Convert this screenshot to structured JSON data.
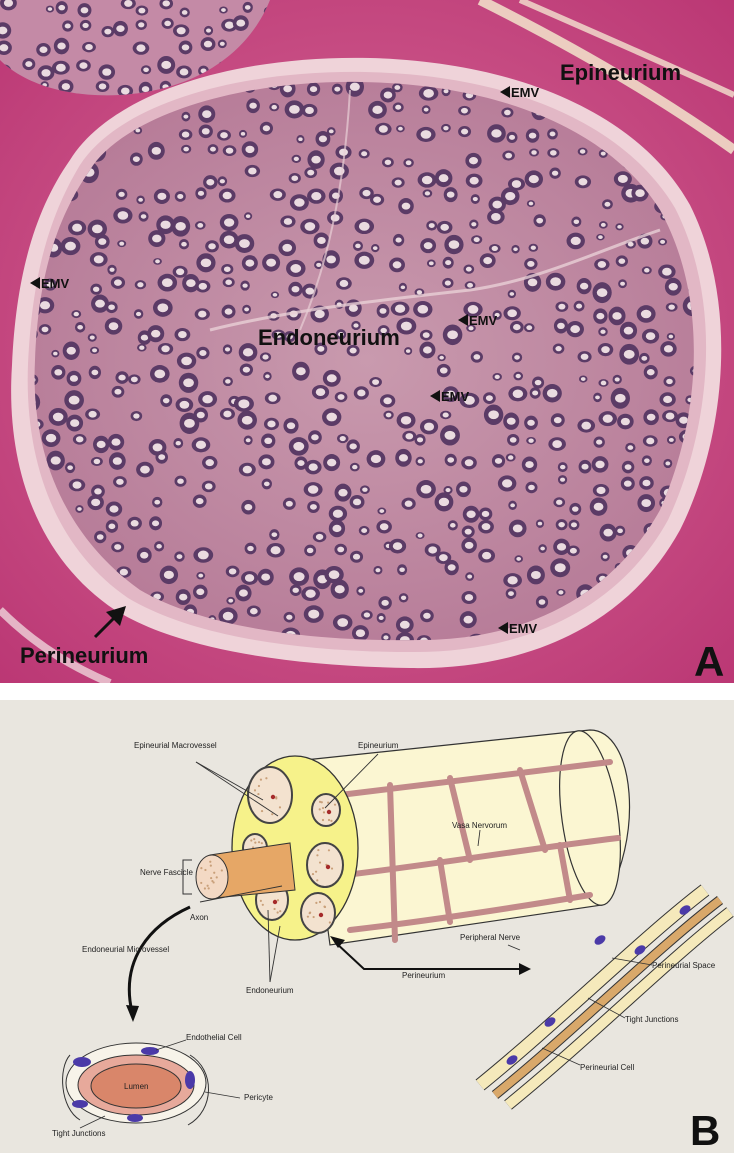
{
  "panel_a": {
    "letter": "A",
    "labels": {
      "epineurium": "Epineurium",
      "endoneurium": "Endoneurium",
      "perineurium": "Perineurium",
      "emv": "EMV"
    }
  },
  "panel_b": {
    "letter": "B",
    "labels": {
      "epineurial_macrovessel": "Epineurial Macrovessel",
      "epineurium": "Epineurium",
      "vasa_nervorum": "Vasa Nervorum",
      "nerve_fascicle": "Nerve Fascicle",
      "axon": "Axon",
      "endoneurial_microvessel": "Endoneurial Microvessel",
      "endoneurium": "Endoneurium",
      "perineurium": "Perineurium",
      "peripheral_nerve": "Peripheral Nerve",
      "endothelial_cell": "Endothelial Cell",
      "lumen": "Lumen",
      "pericyte": "Pericyte",
      "tight_junctions_left": "Tight Junctions",
      "perineurial_space": "Perineurial Space",
      "tight_junctions_right": "Tight Junctions",
      "perineurial_cell": "Perineurial Cell"
    }
  },
  "colors": {
    "tissue_pink": "#c8477f",
    "stroma_pale": "#e9c7cf",
    "axon_purple": "#5b3b66",
    "diagram_bg": "#e9e6df",
    "nerve_cream": "#fbf6d2",
    "vessel_rose": "#c28a8a",
    "lumen_orange": "#d9866a",
    "pericyte_blue": "#4b3aa8"
  }
}
